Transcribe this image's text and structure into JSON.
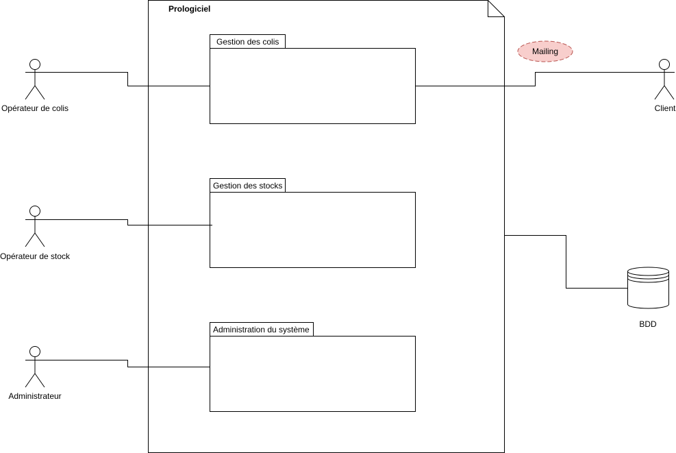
{
  "system": {
    "title": "Prologiciel"
  },
  "packages": {
    "colis": {
      "label": "Gestion des colis"
    },
    "stocks": {
      "label": "Gestion des stocks"
    },
    "admin": {
      "label": "Administration du système"
    }
  },
  "actors": {
    "operateur_colis": {
      "label": "Opérateur de colis"
    },
    "operateur_stock": {
      "label": "Opérateur de stock"
    },
    "administrateur": {
      "label": "Administrateur"
    },
    "client": {
      "label": "Client"
    }
  },
  "external": {
    "mailing": {
      "label": "Mailing"
    },
    "database": {
      "label": "BDD"
    }
  },
  "colors": {
    "line": "#000000",
    "background": "#ffffff",
    "mailing_fill": "#f8cecc",
    "mailing_stroke": "#b85450"
  }
}
